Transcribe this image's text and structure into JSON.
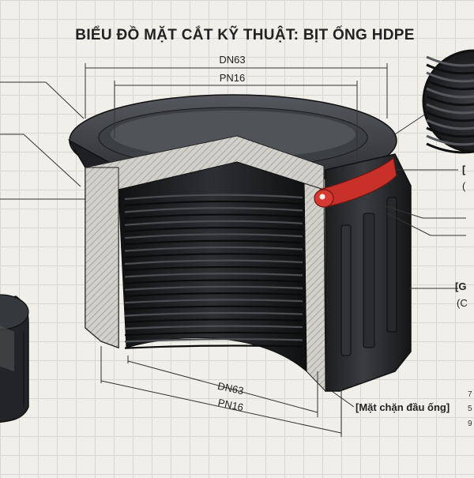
{
  "title": "BIỂU ĐỒ MẶT CẮT KỸ THUẬT: BỊT ỐNG HDPE",
  "dimensions": {
    "top_outer": "DN63",
    "top_inner": "PN16",
    "bottom_outer": "DN63",
    "bottom_inner": "PN16"
  },
  "callouts": {
    "right_1": "[",
    "right_1b": "(",
    "right_2": "[G",
    "right_2b": "(C",
    "bottom_label": "[Mặt chặn đầu ống]"
  },
  "side_numbers": [
    "7",
    "5",
    "9"
  ],
  "colors": {
    "plastic": "#2b2d30",
    "section_hatch": "#c9c7c2",
    "oring": "#c8312a",
    "grid": "#d9d6cf"
  }
}
